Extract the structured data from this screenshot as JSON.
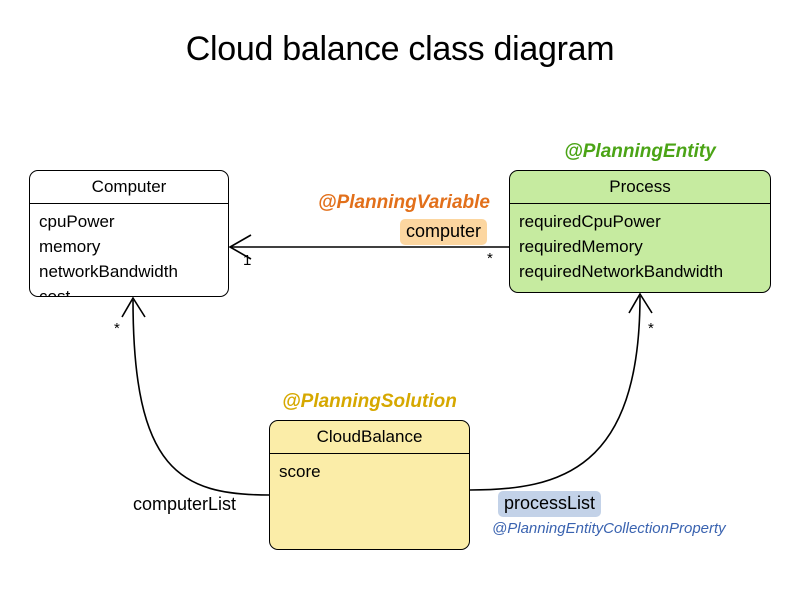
{
  "title": "Cloud balance class diagram",
  "colors": {
    "planning_entity_green": "#4ba416",
    "planning_solution_gold": "#d6a800",
    "planning_variable_orange": "#e2701b",
    "entity_collection_blue": "#3a63b0",
    "process_fill": "#c6eba0",
    "cloudbalance_fill": "#fbeda8",
    "computer_fill": "#ffffff",
    "computer_chip_fill": "#fcd6a0",
    "processlist_chip_fill": "#c3d2e8",
    "line": "#000000"
  },
  "classes": {
    "computer": {
      "name": "Computer",
      "attributes": [
        "cpuPower",
        "memory",
        "networkBandwidth",
        "cost"
      ]
    },
    "process": {
      "name": "Process",
      "stereotype": "@PlanningEntity",
      "attributes": [
        "requiredCpuPower",
        "requiredMemory",
        "requiredNetworkBandwidth"
      ]
    },
    "cloudbalance": {
      "name": "CloudBalance",
      "stereotype": "@PlanningSolution",
      "attributes": [
        "score"
      ]
    }
  },
  "relations": {
    "process_to_computer": {
      "role": "computer",
      "stereotype": "@PlanningVariable",
      "source_multiplicity": "*",
      "target_multiplicity": "1"
    },
    "cloudbalance_to_computer": {
      "role": "computerList",
      "multiplicity": "*"
    },
    "cloudbalance_to_process": {
      "role": "processList",
      "stereotype": "@PlanningEntityCollectionProperty",
      "multiplicity": "*"
    }
  }
}
